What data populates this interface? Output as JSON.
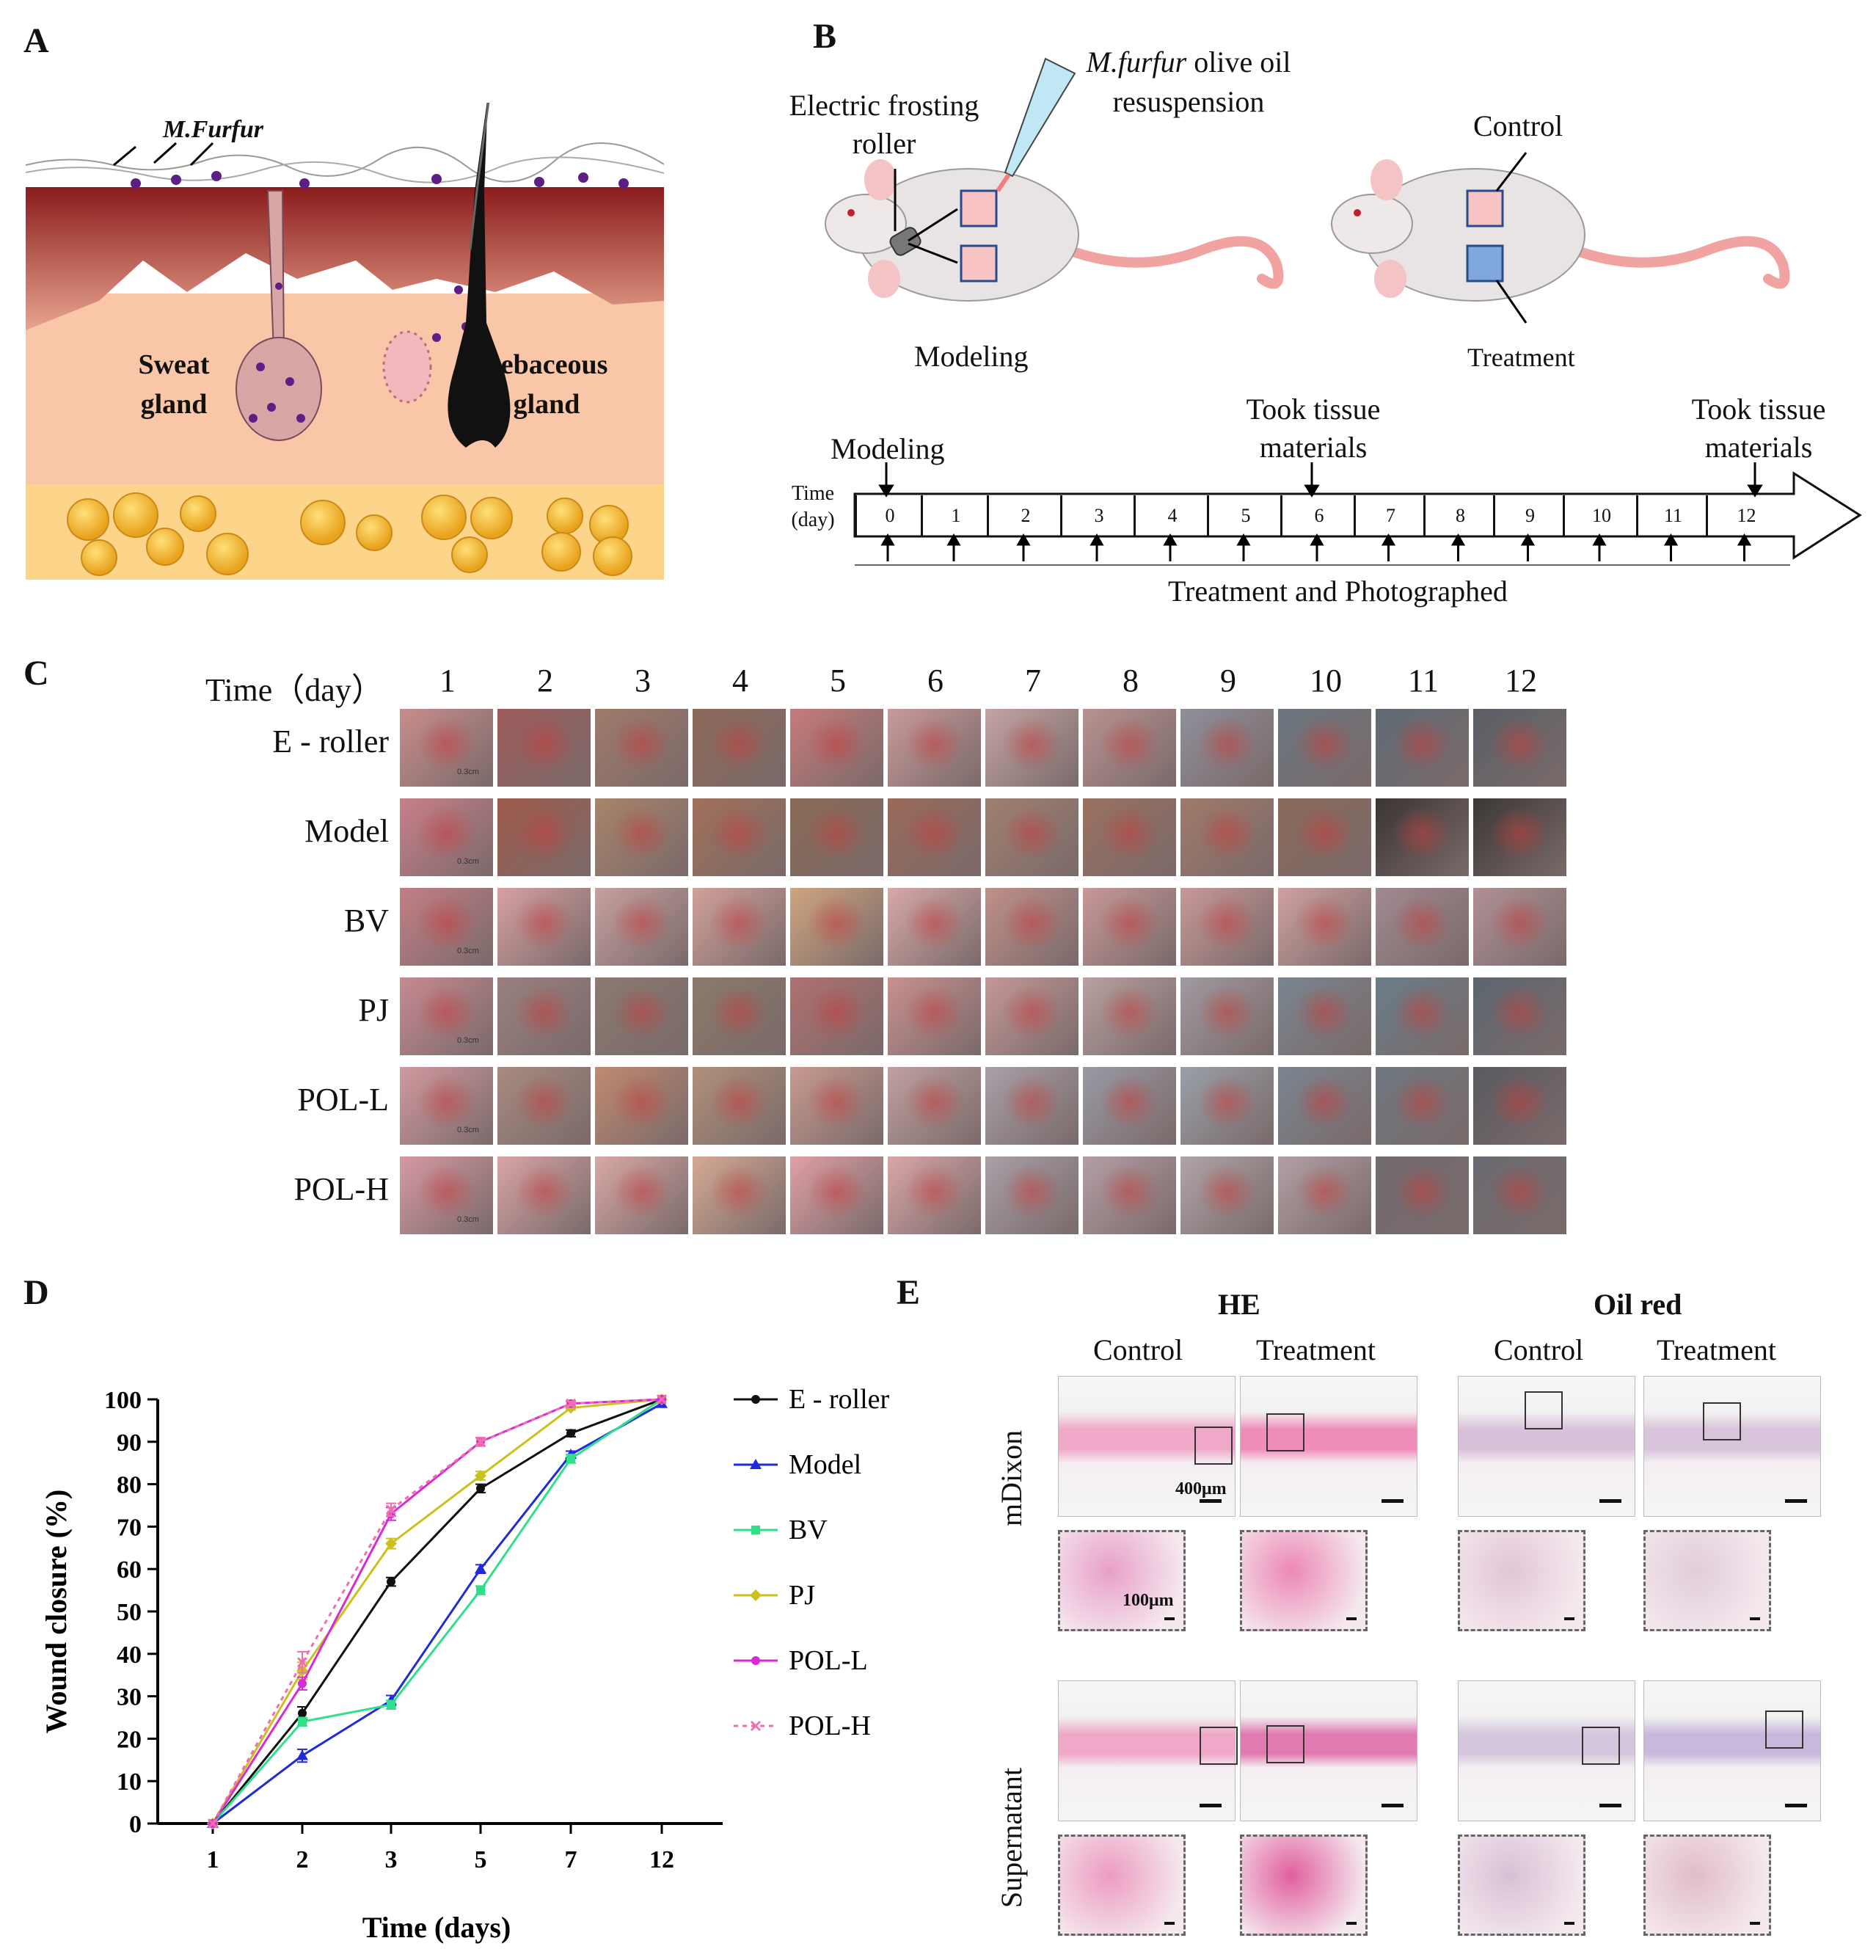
{
  "panels": {
    "A": "A",
    "B": "B",
    "C": "C",
    "D": "D",
    "E": "E"
  },
  "panelA": {
    "fungus_label": "M.Furfur",
    "sweat_gland": "Sweat gland",
    "sebaceous_gland": "Sebaceous gland"
  },
  "panelB": {
    "roller_label": "Electric frosting roller",
    "oil_label_italic": "M.furfur",
    "oil_label_rest": " olive oil resuspension",
    "modeling_caption": "Modeling",
    "control_label": "Control",
    "treatment_label": "Treatment",
    "timeline": {
      "time_label": "Time (day)",
      "days": [
        "0",
        "1",
        "2",
        "3",
        "4",
        "5",
        "6",
        "7",
        "8",
        "9",
        "10",
        "11",
        "12"
      ],
      "modeling_marker": "Modeling",
      "tissue_marker": "Took tissue materials",
      "bottom_caption": "Treatment and Photographed"
    },
    "colors": {
      "control_square": "#f7c3c3",
      "treatment_square": "#7fa7dc",
      "tail": "#f0a3a0"
    }
  },
  "panelC": {
    "header_label": "Time（day）",
    "days": [
      "1",
      "2",
      "3",
      "4",
      "5",
      "6",
      "7",
      "8",
      "9",
      "10",
      "11",
      "12"
    ],
    "rows": [
      "E - roller",
      "Model",
      "BV",
      "PJ",
      "POL-L",
      "POL-H"
    ],
    "scale_bar": "0.3cm"
  },
  "panelD": {
    "chart_data": {
      "type": "line",
      "xlabel": "Time (days)",
      "ylabel": "Wound closure (%)",
      "categories": [
        "1",
        "2",
        "3",
        "5",
        "7",
        "12"
      ],
      "ylim": [
        0,
        100
      ],
      "yticks": [
        0,
        10,
        20,
        30,
        40,
        50,
        60,
        70,
        80,
        90,
        100
      ],
      "grid": false,
      "legend_position": "right",
      "series": [
        {
          "name": "E - roller",
          "color": "#111111",
          "marker": "circle",
          "dash": false,
          "values": [
            0,
            26,
            57,
            79,
            92,
            100
          ],
          "err": [
            0,
            1.5,
            1,
            1,
            0.8,
            0
          ]
        },
        {
          "name": "Model",
          "color": "#1f2bd6",
          "marker": "triangle",
          "dash": false,
          "values": [
            0,
            16,
            29,
            60,
            87,
            99
          ],
          "err": [
            0,
            1.5,
            1.2,
            1,
            0.8,
            0
          ]
        },
        {
          "name": "BV",
          "color": "#2fe08a",
          "marker": "square",
          "dash": false,
          "values": [
            0,
            24,
            28,
            55,
            86,
            100
          ],
          "err": [
            0,
            1,
            1,
            1,
            1,
            0
          ]
        },
        {
          "name": "PJ",
          "color": "#c9c21c",
          "marker": "diamond",
          "dash": false,
          "values": [
            0,
            36,
            66,
            82,
            98,
            100
          ],
          "err": [
            0,
            2,
            1.2,
            1,
            0.5,
            0
          ]
        },
        {
          "name": "POL-L",
          "color": "#d62bd6",
          "marker": "circle",
          "dash": false,
          "values": [
            0,
            33,
            73,
            90,
            99,
            100
          ],
          "err": [
            0,
            1.5,
            1.5,
            1,
            0.5,
            0
          ]
        },
        {
          "name": "POL-H",
          "color": "#ef6fb0",
          "marker": "x",
          "dash": true,
          "values": [
            0,
            38,
            74,
            90,
            99,
            100
          ],
          "err": [
            0,
            2.5,
            1.5,
            1,
            0.5,
            0
          ]
        }
      ]
    }
  },
  "panelE": {
    "he_title": "HE",
    "oil_title": "Oil red",
    "control": "Control",
    "treatment": "Treatment",
    "row1": "mDixon",
    "row2": "Supernatant",
    "scale_big": "400μm",
    "scale_small": "100μm"
  }
}
